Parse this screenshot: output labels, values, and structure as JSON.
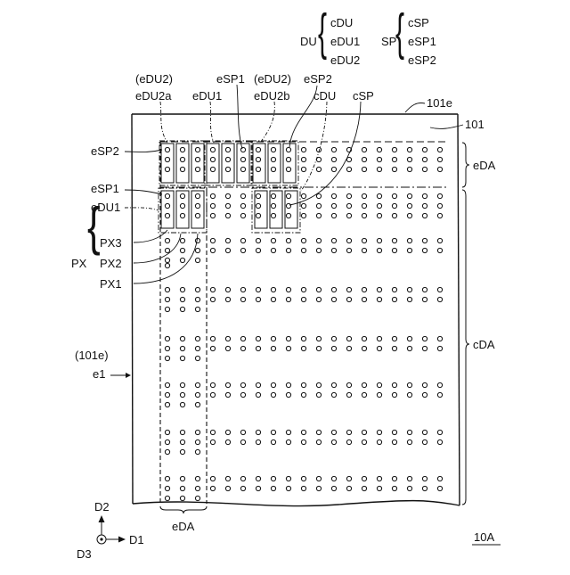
{
  "legend": {
    "du_label": "DU",
    "du_items": [
      "cDU",
      "eDU1",
      "eDU2"
    ],
    "sp_label": "SP",
    "sp_items": [
      "cSP",
      "eSP1",
      "eSP2"
    ]
  },
  "top_labels": {
    "edu2_paren_a": "(eDU2)",
    "edu2a": "eDU2a",
    "edu1": "eDU1",
    "esp1": "eSP1",
    "edu2_paren_b": "(eDU2)",
    "edu2b": "eDU2b",
    "esp2": "eSP2",
    "cdu": "cDU",
    "csp": "cSP",
    "ref_101e": "101e",
    "ref_101": "101"
  },
  "left_labels": {
    "esp2": "eSP2",
    "esp1": "eSP1",
    "edu1": "eDU1",
    "px": "PX",
    "px3": "PX3",
    "px2": "PX2",
    "px1": "PX1",
    "ref_101e": "(101e)",
    "e1": "e1"
  },
  "right_labels": {
    "eda": "eDA",
    "cda": "cDA"
  },
  "bottom_labels": {
    "eda": "eDA",
    "figure": "10A"
  },
  "axes": {
    "d1": "D1",
    "d2": "D2",
    "d3": "D3"
  }
}
